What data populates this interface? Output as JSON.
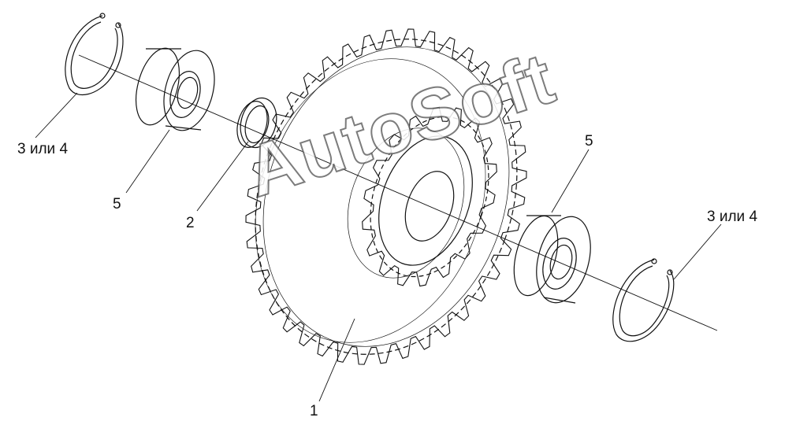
{
  "labels": {
    "ring_left": "3 или 4",
    "bearing_left": "5",
    "bushing": "2",
    "bearing_right": "5",
    "ring_right": "3 или 4",
    "sprocket": "1"
  },
  "watermark": "AutoSoft",
  "colors": {
    "line": "#111111",
    "watermark_outline": "#666666"
  }
}
